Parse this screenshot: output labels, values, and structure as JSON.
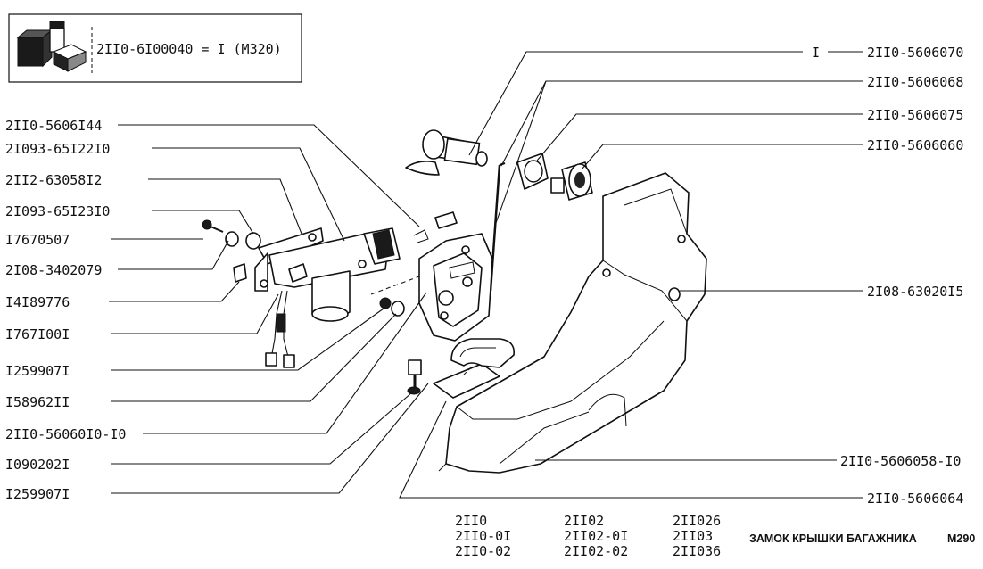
{
  "header_box": {
    "formula": "2II0-6I00040 = I (М320)",
    "icon": "tools-kit-icon"
  },
  "labels_left": [
    "2II0-5606I44",
    "2I093-65I22I0",
    "2II2-63058I2",
    "2I093-65I23I0",
    "I7670507",
    "2I08-3402079",
    "I4I89776",
    "I767I00I",
    "I259907I",
    "I58962II",
    "2II0-56060I0-I0",
    "I090202I",
    "I259907I"
  ],
  "labels_right": [
    "I",
    "2II0-5606070",
    "2II0-5606068",
    "2II0-5606075",
    "2II0-5606060",
    "2I08-63020I5",
    "2II0-5606058-I0",
    "2II0-5606064"
  ],
  "models": [
    [
      "2II0",
      "2II0-0I",
      "2II0-02"
    ],
    [
      "2II02",
      "2II02-0I",
      "2II02-02"
    ],
    [
      "2II026",
      "2II03",
      "2II036"
    ]
  ],
  "title": "ЗАМОК КРЫШКИ БАГАЖНИКА",
  "code": "М290"
}
